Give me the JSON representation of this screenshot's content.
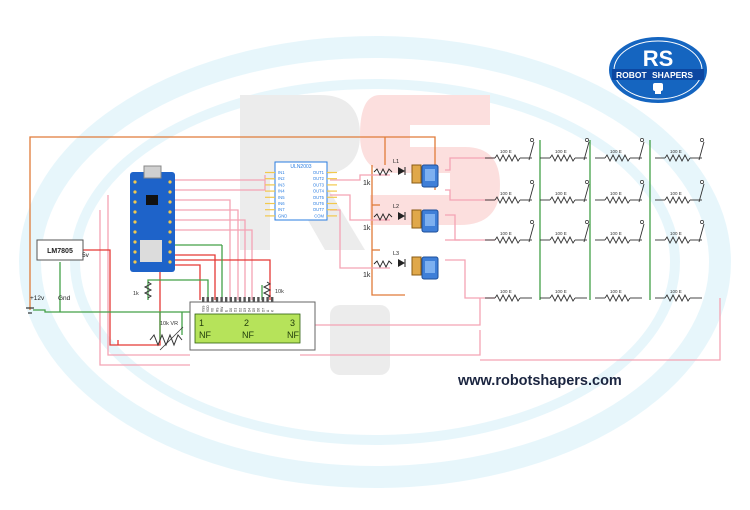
{
  "logo": {
    "monogram": "RS",
    "name_left": "ROBOT",
    "name_right": "SHAPERS",
    "brand_color": "#1565c0"
  },
  "website": "www.robotshapers.com",
  "power": {
    "regulator": "LM7805",
    "out_label": "5v",
    "in_label": "+12v",
    "gnd_label": "Gnd"
  },
  "driver": {
    "title": "ULN2003",
    "inputs": [
      "IN1",
      "IN2",
      "IN3",
      "IN4",
      "IN5",
      "IN6",
      "IN7",
      "GND"
    ],
    "outputs": [
      "OUT1",
      "OUT2",
      "OUT3",
      "OUT4",
      "OUT5",
      "OUT6",
      "OUT7",
      "COM"
    ]
  },
  "relays": [
    {
      "led": "L1",
      "res": "1k"
    },
    {
      "led": "L2",
      "res": "1k"
    },
    {
      "led": "L3",
      "res": "1k"
    }
  ],
  "lcd": {
    "cols": [
      "1",
      "2",
      "3"
    ],
    "vals": [
      "NF",
      "NF",
      "NF"
    ],
    "pins": [
      "VSS",
      "VDD",
      "V0",
      "RS",
      "RW",
      "E",
      "D0",
      "D1",
      "D2",
      "D3",
      "D4",
      "D5",
      "D6",
      "D7",
      "A",
      "K"
    ]
  },
  "resistors": {
    "pot": "10k VR",
    "pull": "10k",
    "tx": "1k",
    "load": "100 E"
  },
  "colors": {
    "red": "#e53935",
    "green": "#43a047",
    "pink": "#f4a3b4",
    "orange": "#e07b39",
    "board": "#1e63c9",
    "lcd": "#b6e35a",
    "relay": "#3f7fd8"
  }
}
